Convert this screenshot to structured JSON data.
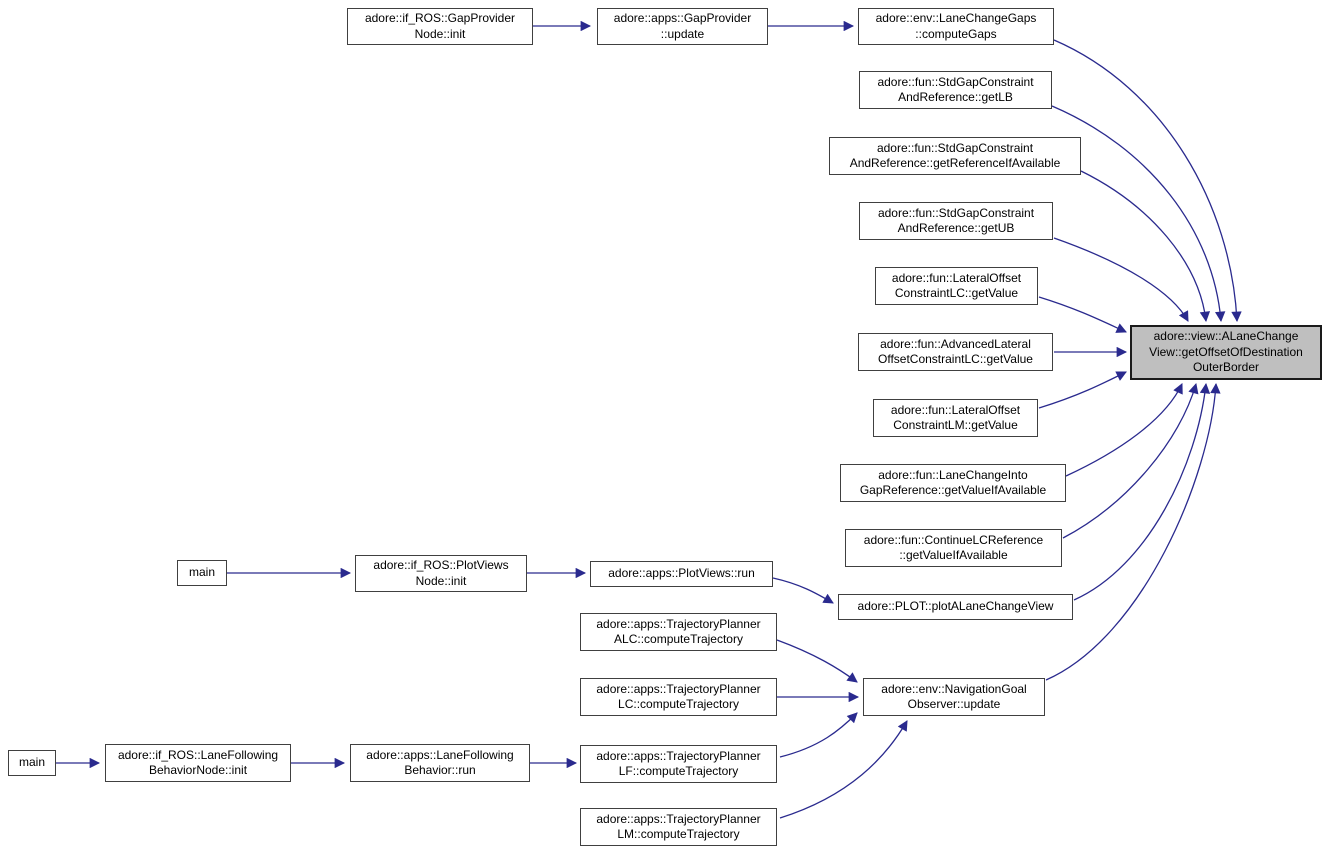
{
  "diagram": {
    "type": "doxygen-call-graph",
    "background_color": "#ffffff",
    "edge_color": "#2a2a8e",
    "node_fill": "#ffffff",
    "node_border_color": "#404040",
    "highlight_fill": "#bfbfbf",
    "nodes": [
      {
        "id": "gap-provider-node-init",
        "label": "adore::if_ROS::GapProvider\nNode::init"
      },
      {
        "id": "gap-provider-update",
        "label": "adore::apps::GapProvider\n::update"
      },
      {
        "id": "lane-change-gaps-compute",
        "label": "adore::env::LaneChangeGaps\n::computeGaps"
      },
      {
        "id": "std-gap-get-lb",
        "label": "adore::fun::StdGapConstraint\nAndReference::getLB"
      },
      {
        "id": "std-gap-get-reference",
        "label": "adore::fun::StdGapConstraint\nAndReference::getReferenceIfAvailable"
      },
      {
        "id": "std-gap-get-ub",
        "label": "adore::fun::StdGapConstraint\nAndReference::getUB"
      },
      {
        "id": "lateral-offset-lc-getvalue",
        "label": "adore::fun::LateralOffset\nConstraintLC::getValue"
      },
      {
        "id": "advanced-lateral-lc-getvalue",
        "label": "adore::fun::AdvancedLateral\nOffsetConstraintLC::getValue"
      },
      {
        "id": "lateral-offset-lm-getvalue",
        "label": "adore::fun::LateralOffset\nConstraintLM::getValue"
      },
      {
        "id": "lane-change-into-gap",
        "label": "adore::fun::LaneChangeInto\nGapReference::getValueIfAvailable"
      },
      {
        "id": "continue-lc-reference",
        "label": "adore::fun::ContinueLCReference\n::getValueIfAvailable"
      },
      {
        "id": "get-offset-destination",
        "label": "adore::view::ALaneChange\nView::getOffsetOfDestination\nOuterBorder"
      },
      {
        "id": "main-plotviews",
        "label": "main"
      },
      {
        "id": "plotviews-node-init",
        "label": "adore::if_ROS::PlotViews\nNode::init"
      },
      {
        "id": "plotviews-run",
        "label": "adore::apps::PlotViews::run"
      },
      {
        "id": "plot-alanechangeview",
        "label": "adore::PLOT::plotALaneChangeView"
      },
      {
        "id": "tp-alc-compute",
        "label": "adore::apps::TrajectoryPlanner\nALC::computeTrajectory"
      },
      {
        "id": "tp-lc-compute",
        "label": "adore::apps::TrajectoryPlanner\nLC::computeTrajectory"
      },
      {
        "id": "tp-lf-compute",
        "label": "adore::apps::TrajectoryPlanner\nLF::computeTrajectory"
      },
      {
        "id": "tp-lm-compute",
        "label": "adore::apps::TrajectoryPlanner\nLM::computeTrajectory"
      },
      {
        "id": "navigation-goal-observer",
        "label": "adore::env::NavigationGoal\nObserver::update"
      },
      {
        "id": "main-lanefollowing",
        "label": "main"
      },
      {
        "id": "lanefollowing-node-init",
        "label": "adore::if_ROS::LaneFollowing\nBehaviorNode::init"
      },
      {
        "id": "lanefollowing-behavior-run",
        "label": "adore::apps::LaneFollowing\nBehavior::run"
      }
    ],
    "edges": [
      {
        "from": "gap-provider-node-init",
        "to": "gap-provider-update"
      },
      {
        "from": "gap-provider-update",
        "to": "lane-change-gaps-compute"
      },
      {
        "from": "lane-change-gaps-compute",
        "to": "get-offset-destination"
      },
      {
        "from": "std-gap-get-lb",
        "to": "get-offset-destination"
      },
      {
        "from": "std-gap-get-reference",
        "to": "get-offset-destination"
      },
      {
        "from": "std-gap-get-ub",
        "to": "get-offset-destination"
      },
      {
        "from": "lateral-offset-lc-getvalue",
        "to": "get-offset-destination"
      },
      {
        "from": "advanced-lateral-lc-getvalue",
        "to": "get-offset-destination"
      },
      {
        "from": "lateral-offset-lm-getvalue",
        "to": "get-offset-destination"
      },
      {
        "from": "lane-change-into-gap",
        "to": "get-offset-destination"
      },
      {
        "from": "continue-lc-reference",
        "to": "get-offset-destination"
      },
      {
        "from": "main-plotviews",
        "to": "plotviews-node-init"
      },
      {
        "from": "plotviews-node-init",
        "to": "plotviews-run"
      },
      {
        "from": "plotviews-run",
        "to": "plot-alanechangeview"
      },
      {
        "from": "plot-alanechangeview",
        "to": "get-offset-destination"
      },
      {
        "from": "tp-alc-compute",
        "to": "navigation-goal-observer"
      },
      {
        "from": "tp-lc-compute",
        "to": "navigation-goal-observer"
      },
      {
        "from": "tp-lf-compute",
        "to": "navigation-goal-observer"
      },
      {
        "from": "tp-lm-compute",
        "to": "navigation-goal-observer"
      },
      {
        "from": "navigation-goal-observer",
        "to": "get-offset-destination"
      },
      {
        "from": "main-lanefollowing",
        "to": "lanefollowing-node-init"
      },
      {
        "from": "lanefollowing-node-init",
        "to": "lanefollowing-behavior-run"
      },
      {
        "from": "lanefollowing-behavior-run",
        "to": "tp-lf-compute"
      }
    ]
  }
}
